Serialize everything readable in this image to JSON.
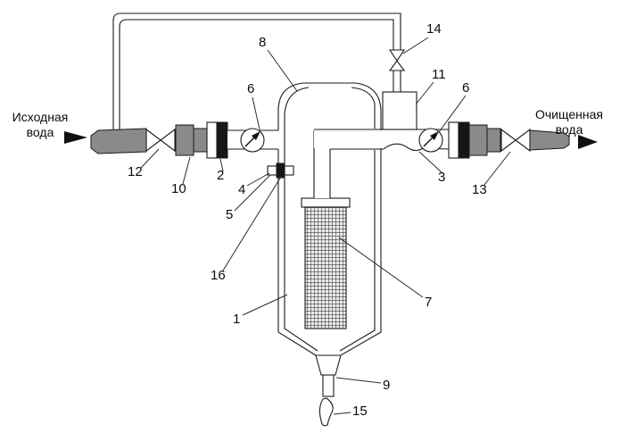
{
  "diagram": {
    "flow_in": {
      "line1": "Исходная",
      "line2": "вода"
    },
    "flow_out": {
      "line1": "Очищенная",
      "line2": "вода"
    },
    "callouts": {
      "c1": "1",
      "c2": "2",
      "c3": "3",
      "c4": "4",
      "c5": "5",
      "c6a": "6",
      "c6b": "6",
      "c7": "7",
      "c8": "8",
      "c9": "9",
      "c10": "10",
      "c11": "11",
      "c12": "12",
      "c13": "13",
      "c14": "14",
      "c15": "15",
      "c16": "16"
    },
    "colors": {
      "pipe_gray": "#8a8a8a",
      "flange_black": "#161616",
      "line": "#1a1a1a"
    }
  }
}
